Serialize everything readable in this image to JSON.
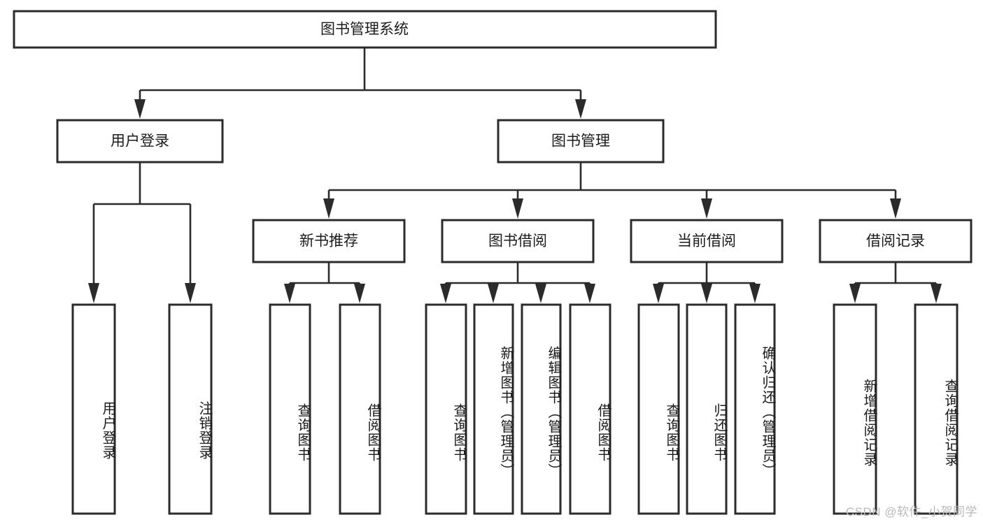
{
  "diagram": {
    "type": "tree",
    "title": "图书管理系统",
    "watermark": "CSDN @软件_小贺同学",
    "colors": {
      "stroke": "#2b2b2b",
      "fill": "#ffffff",
      "text": "#1b1b1b",
      "watermark": "#b9b9b9"
    },
    "root": {
      "label": "图书管理系统"
    },
    "level2": [
      {
        "label": "用户登录"
      },
      {
        "label": "图书管理"
      }
    ],
    "level3": [
      {
        "label": "新书推荐"
      },
      {
        "label": "图书借阅"
      },
      {
        "label": "当前借阅"
      },
      {
        "label": "借阅记录"
      }
    ],
    "leaves": {
      "user_login": [
        {
          "label": "用户登录"
        },
        {
          "label": "注销登录"
        }
      ],
      "new_book_recommend": [
        {
          "label": "查询图书"
        },
        {
          "label": "借阅图书"
        }
      ],
      "book_borrow": [
        {
          "label": "查询图书"
        },
        {
          "label": "新增图书（管理员）"
        },
        {
          "label": "编辑图书（管理员）"
        },
        {
          "label": "借阅图书"
        }
      ],
      "current_borrow": [
        {
          "label": "查询图书"
        },
        {
          "label": "归还图书"
        },
        {
          "label": "确认归还（管理员）"
        }
      ],
      "borrow_record": [
        {
          "label": "新增借阅记录"
        },
        {
          "label": "查询借阅记录"
        }
      ]
    }
  }
}
